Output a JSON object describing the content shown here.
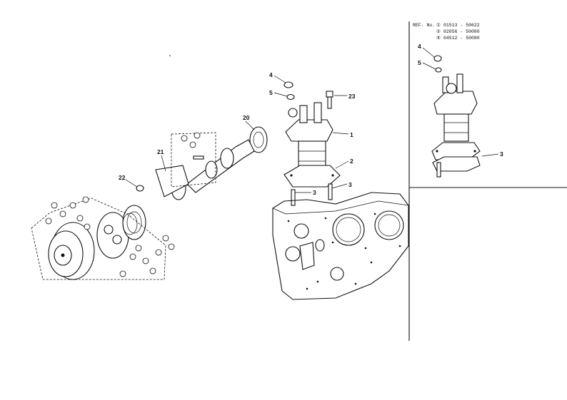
{
  "callouts": {
    "n1": "1",
    "n2": "2",
    "n3": "3",
    "n3b": "3",
    "n4": "4",
    "n5": "5",
    "n20": "20",
    "n21": "21",
    "n22": "22",
    "n23": "23",
    "inset_n3": "3",
    "inset_n4": "4",
    "inset_n5": "5"
  },
  "inset": {
    "ref_label": "REF. No.",
    "refs": [
      {
        "mark": "①",
        "code": "01513 - 50622"
      },
      {
        "mark": "②",
        "code": "02056 - 50080"
      },
      {
        "mark": "⑤",
        "code": "04512 - 50080"
      }
    ]
  }
}
